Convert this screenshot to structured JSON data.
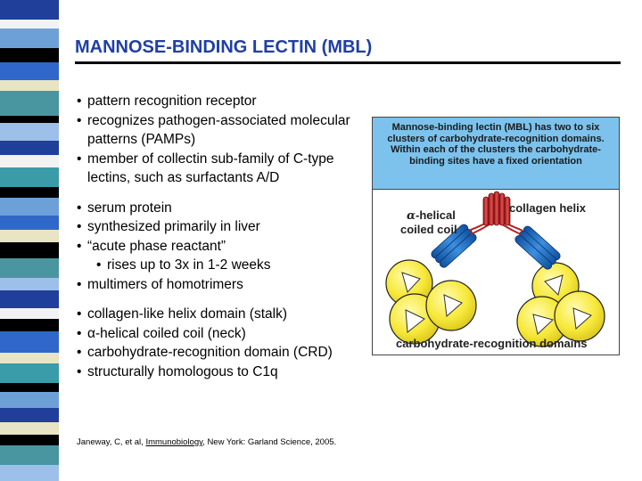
{
  "slide": {
    "title": "MANNOSE-BINDING LECTIN (MBL)",
    "colors": {
      "title": "#1f3fa6",
      "caption_background": "#7cc2ec",
      "globular_domain": "#f7e93a",
      "helix": "#cc2a2a",
      "coil": "#1f6fc4"
    },
    "bullets": [
      "pattern recognition receptor",
      "recognizes pathogen-associated molecular patterns (PAMPs)",
      "member of collectin sub-family of C-type lectins, such as surfactants A/D",
      "serum protein",
      "synthesized primarily in liver",
      "“acute phase reactant”",
      "rises up to 3x in 1-2 weeks",
      "multimers of homotrimers",
      "collagen-like helix domain (stalk)",
      "-helical coiled coil (neck)",
      "carbohydrate-recognition domain (CRD)",
      "structurally homologous to C1q"
    ],
    "alpha_symbol": "α",
    "citation": {
      "prefix": "Janeway, C, et al, ",
      "book": "Immunobiology",
      "suffix": ", New York: Garland Science, 2005."
    }
  },
  "figure": {
    "caption": "Mannose-binding lectin (MBL) has two to six clusters of carbohydrate-recognition domains. Within each of the clusters the carbohydrate-binding sites have a fixed orientation",
    "label_helix": "collagen helix",
    "label_alpha": "α",
    "label_coil_suffix": "-helical",
    "label_coil_line2": "coiled coil",
    "label_crd": "carbohydrate-recognition domains"
  }
}
